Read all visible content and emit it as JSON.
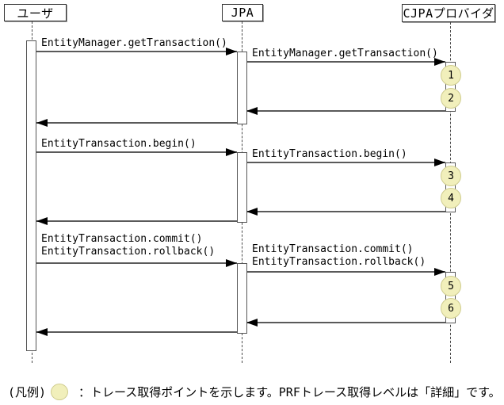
{
  "actors": {
    "user": "ユーザ",
    "jpa": "JPA",
    "provider": "CJPAプロバイダ"
  },
  "messages": {
    "get_transaction_user_to_jpa": "EntityManager.getTransaction()",
    "get_transaction_jpa_to_provider": "EntityManager.getTransaction()",
    "begin_user_to_jpa": "EntityTransaction.begin()",
    "begin_jpa_to_provider": "EntityTransaction.begin()",
    "commit_rollback_user_to_jpa": "EntityTransaction.commit()\nEntityTransaction.rollback()",
    "commit_rollback_jpa_to_provider": "EntityTransaction.commit()\nEntityTransaction.rollback()"
  },
  "trace_points": [
    "1",
    "2",
    "3",
    "4",
    "5",
    "6"
  ],
  "legend": {
    "label": "(凡例)",
    "description": "：トレース取得ポイントを示します。PRFトレース取得レベルは「詳細」です。"
  },
  "colors": {
    "background": "#ffffff",
    "message_line": "#5a5a5a",
    "trace_point_fill": "#f1efbb",
    "trace_point_border": "#cfcc8e"
  }
}
